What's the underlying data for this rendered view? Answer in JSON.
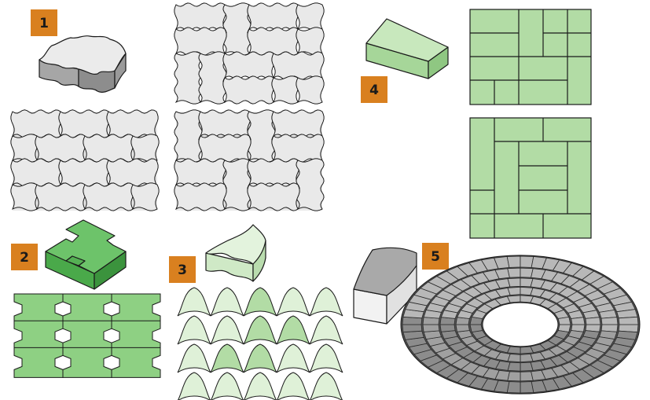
{
  "labels": {
    "badge_1": "1",
    "badge_2": "2",
    "badge_3": "3",
    "badge_4": "4",
    "badge_5": "5"
  },
  "colors": {
    "badge": "#d9801f",
    "grey_paver": "#e9e9e9",
    "grey_shade": "#9a9a9a",
    "green_light": "#b2dca5",
    "green_mid": "#8ed083",
    "green_dark": "#5cb95a",
    "green_pale": "#dff1d8",
    "outline": "#1a1a1a"
  }
}
